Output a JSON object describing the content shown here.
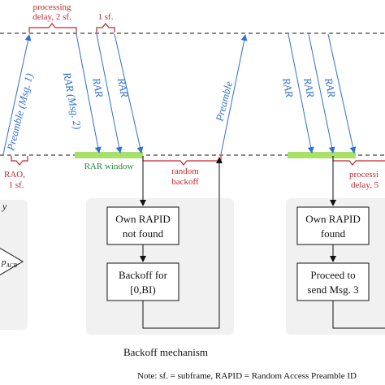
{
  "colors": {
    "blue": "#2f6fd0",
    "red": "#c0282d",
    "green": "#1e8c3a",
    "highlight": "#a8e06a",
    "black": "#111111",
    "panel": "#f1f1f1"
  },
  "labels": {
    "processing_delay_2": "processing",
    "processing_delay_2b": "delay, 2 sf.",
    "one_sf_top": "1 sf.",
    "preamble_msg1": "Preamble (Msg. 1)",
    "rar_msg2": "RAR (Msg. 2)",
    "rar_a": "RAR",
    "rar_b": "RAR",
    "preamble_2": "Preamble",
    "rar_c": "RAR",
    "rar_d": "RAR",
    "rar_e": "RAR",
    "rao": "RAO,",
    "rao_sf": "1 sf.",
    "rar_window": "RAR window",
    "random_backoff_1": "random",
    "random_backoff_2": "backoff",
    "processing_right_1": "processi",
    "processing_right_2": "delay, 5",
    "y_frag": "y",
    "acb_frag": "p",
    "acb_sub": "ACB"
  },
  "boxes": {
    "own_not_found_1": "Own RAPID",
    "own_not_found_2": "not found",
    "backoff_1": "Backoff for",
    "backoff_2": "[0,BI)",
    "own_found_1": "Own RAPID",
    "own_found_2": "found",
    "proceed_1": "Proceed to",
    "proceed_2": "send Msg. 3"
  },
  "captions": {
    "backoff_mechanism": "Backoff mechanism",
    "note": "Note: sf. = subframe, RAPID = Random Access Preamble ID"
  }
}
